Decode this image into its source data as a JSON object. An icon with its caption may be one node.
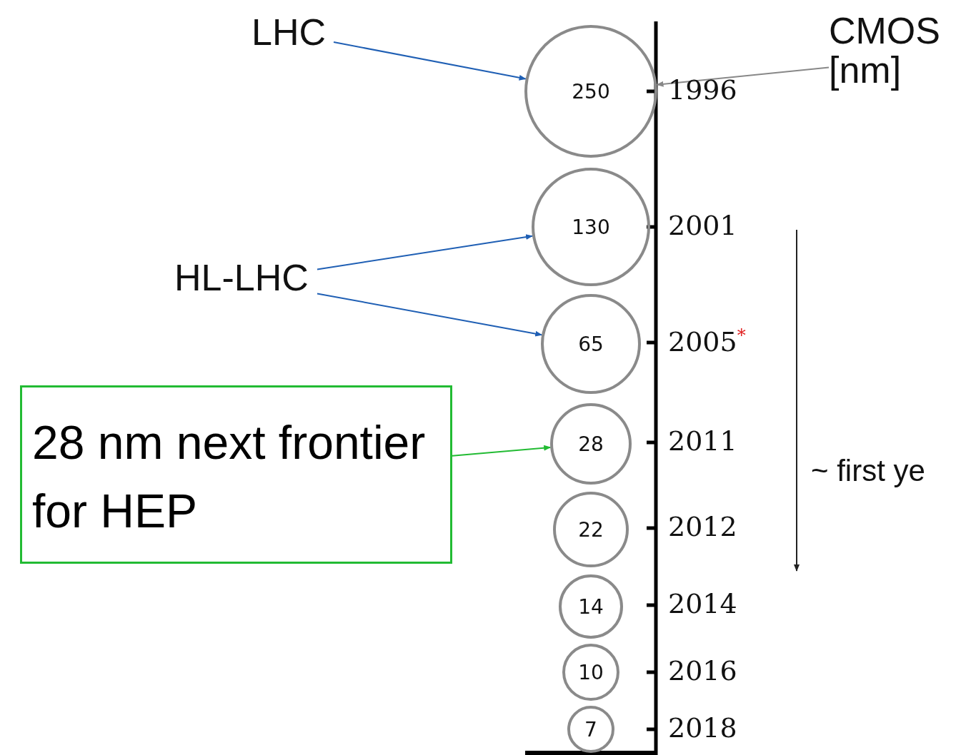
{
  "diagram": {
    "nodes": [
      {
        "text": [
          "LHC"
        ]
      },
      {
        "text": [
          "250"
        ]
      },
      {
        "text": [
          "130"
        ]
      },
      {
        "text": [
          "65"
        ]
      },
      {
        "text": [
          "28"
        ]
      },
      {
        "text": [
          "22"
        ]
      },
      {
        "text": [
          "14"
        ]
      },
      {
        "text": [
          "10"
        ]
      },
      {
        "text": [
          "7"
        ]
      },
      {
        "text": [
          "HL-LHC"
        ]
      },
      {
        "text": [
          "28 nm next frontier for HEP"
        ]
      },
      {
        "text": [
          "CMOS [nm]"
        ]
      }
    ],
    "edges": [
      {
        "from": 0,
        "to": 1,
        "arrow": "to",
        "color": "#1f5fb4"
      },
      {
        "from": 9,
        "to": 2,
        "arrow": "to",
        "color": "#1f5fb4"
      },
      {
        "from": 9,
        "to": 3,
        "arrow": "to",
        "color": "#1f5fb4"
      },
      {
        "from": 10,
        "to": 4,
        "arrow": "to",
        "color": "#22bb33"
      },
      {
        "from": 11,
        "to": 1,
        "arrow": "to",
        "color": "#888888"
      }
    ],
    "labels": [
      "1996",
      "2001",
      "2005$^{*}$",
      "2011",
      "2012",
      "2014",
      "2016",
      "2018",
      "~ first ye"
    ]
  }
}
